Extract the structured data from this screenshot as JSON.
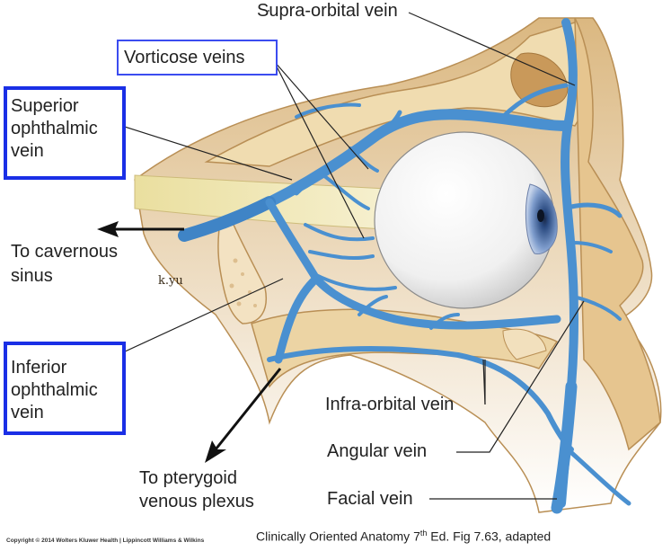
{
  "figure": {
    "title": "Ophthalmic veins",
    "labels": {
      "supra_orbital_vein": "Supra-orbital vein",
      "vorticose_veins": "Vorticose veins",
      "superior_ophthalmic_vein": [
        "Superior",
        "ophthalmic",
        "vein"
      ],
      "to_cavernous_sinus": [
        "To cavernous",
        "sinus"
      ],
      "inferior_ophthalmic_vein": [
        "Inferior",
        "ophthalmic",
        "vein"
      ],
      "to_pterygoid_venous_plexus": [
        "To pterygoid",
        "venous plexus"
      ],
      "infra_orbital_vein": "Infra-orbital vein",
      "angular_vein": "Angular vein",
      "facial_vein": "Facial vein"
    },
    "artist_signature": "k.yu",
    "citation": {
      "prefix": "Clinically Oriented Anatomy  7",
      "superscript": "th",
      "suffix": " Ed. Fig 7.63, adapted"
    },
    "copyright": "Copyright © 2014 Wolters Kluwer Health | Lippincott Williams & Wilkins"
  },
  "colors": {
    "vein": "#4a90d0",
    "vein_dark": "#2f6fb0",
    "bone": "#e9cf9e",
    "bone_dark": "#c9a26a",
    "tissue": "#d9b47a",
    "highlight_box": "#1a2fe6"
  }
}
